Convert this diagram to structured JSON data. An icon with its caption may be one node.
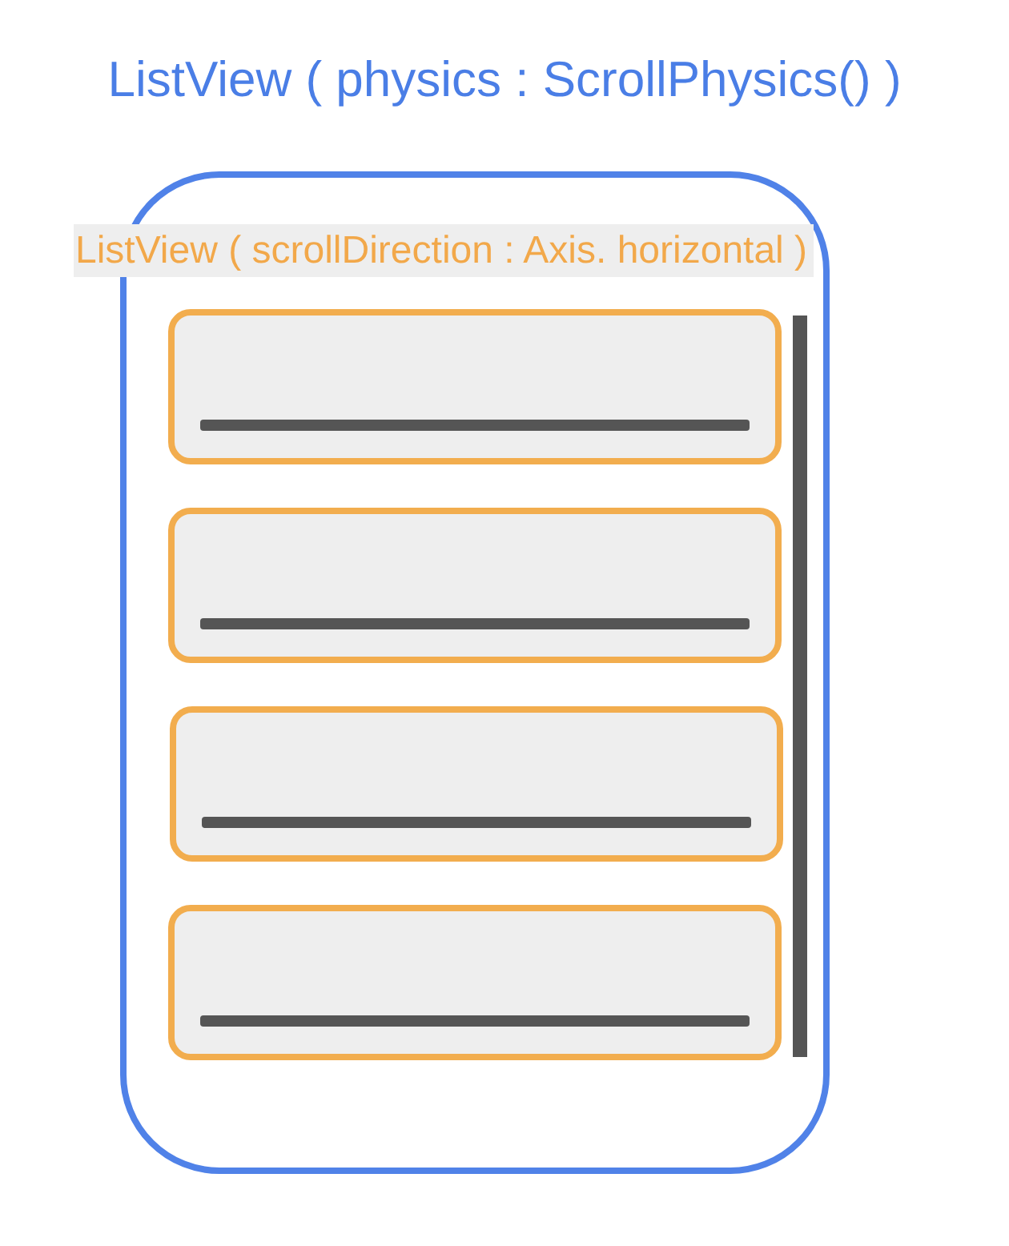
{
  "diagram": {
    "title": "ListView ( physics : ScrollPhysics() )",
    "nodes": [
      {
        "text": [],
        "shape": "box"
      },
      {
        "text": [],
        "shape": "box",
        "in": 0
      },
      {
        "text": [],
        "shape": "box",
        "in": 0
      },
      {
        "text": [],
        "shape": "box",
        "in": 0
      },
      {
        "text": [],
        "shape": "box",
        "in": 0
      }
    ],
    "labels": [
      "ListView ( scrollDirection : Axis. horizontal )"
    ]
  }
}
